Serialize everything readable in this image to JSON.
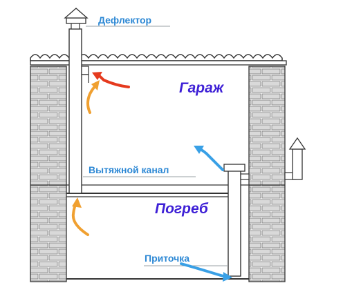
{
  "labels": {
    "deflector": "Дефлектор",
    "garage": "Гараж",
    "exhaust_channel": "Вытяжной канал",
    "cellar": "Погреб",
    "inflow": "Приточка"
  },
  "colors": {
    "label_blue": "#2b87d4",
    "room_label": "#3d1fd6",
    "arrow_blue": "#39a0e6",
    "arrow_orange": "#f0a030",
    "arrow_red": "#e53a1e",
    "outline": "#333333",
    "brick_fill": "#d9d9d9"
  }
}
